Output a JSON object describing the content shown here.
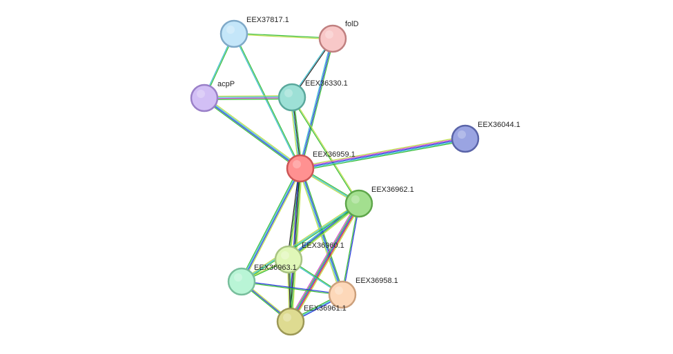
{
  "network": {
    "nodes": [
      {
        "id": "EEX37817.1",
        "label": "EEX37817.1",
        "fill": "#c4e6f9",
        "stroke": "#7fa9c8"
      },
      {
        "id": "folD",
        "label": "folD",
        "fill": "#f8c8c8",
        "stroke": "#c08080"
      },
      {
        "id": "acpP",
        "label": "acpP",
        "fill": "#d2bff5",
        "stroke": "#9a80c8"
      },
      {
        "id": "EEX36330.1",
        "label": "EEX36330.1",
        "fill": "#9de0d6",
        "stroke": "#5aa89c"
      },
      {
        "id": "EEX36044.1",
        "label": "EEX36044.1",
        "fill": "#9aa4e2",
        "stroke": "#5a64a8"
      },
      {
        "id": "EEX36959.1",
        "label": "EEX36959.1",
        "fill": "#ff9191",
        "stroke": "#cc5555"
      },
      {
        "id": "EEX36962.1",
        "label": "EEX36962.1",
        "fill": "#a3df8f",
        "stroke": "#5ea64a"
      },
      {
        "id": "EEX36960.1",
        "label": "EEX36960.1",
        "fill": "#e0f7b8",
        "stroke": "#a8c482"
      },
      {
        "id": "EEX36963.1",
        "label": "EEX36963.1",
        "fill": "#b9f5d6",
        "stroke": "#78be9c"
      },
      {
        "id": "EEX36958.1",
        "label": "EEX36958.1",
        "fill": "#fdd8b9",
        "stroke": "#cca07c"
      },
      {
        "id": "EEX36961.1",
        "label": "EEX36961.1",
        "fill": "#dedb91",
        "stroke": "#9c9856"
      }
    ],
    "evidence_colors": {
      "textmining": "#bbdd44",
      "coexpression": "#222222",
      "experiments": "#cc44cc",
      "databases": "#33bbcc",
      "neighborhood": "#33bb33",
      "fusion": "#dd2222",
      "cooccurrence": "#2233dd"
    },
    "edges": [
      {
        "source": "EEX37817.1",
        "target": "folD",
        "evidence": [
          "neighborhood",
          "textmining"
        ]
      },
      {
        "source": "EEX37817.1",
        "target": "acpP",
        "evidence": [
          "neighborhood",
          "databases"
        ]
      },
      {
        "source": "EEX37817.1",
        "target": "EEX36959.1",
        "evidence": [
          "neighborhood",
          "databases"
        ]
      },
      {
        "source": "folD",
        "target": "EEX36330.1",
        "evidence": [
          "coexpression",
          "databases"
        ]
      },
      {
        "source": "folD",
        "target": "EEX36959.1",
        "evidence": [
          "neighborhood",
          "cooccurrence",
          "databases"
        ]
      },
      {
        "source": "acpP",
        "target": "EEX36330.1",
        "evidence": [
          "textmining",
          "databases",
          "experiments",
          "neighborhood"
        ]
      },
      {
        "source": "acpP",
        "target": "EEX36959.1",
        "evidence": [
          "textmining",
          "databases",
          "cooccurrence",
          "neighborhood"
        ]
      },
      {
        "source": "EEX36330.1",
        "target": "EEX36959.1",
        "evidence": [
          "neighborhood",
          "coexpression",
          "databases",
          "textmining"
        ]
      },
      {
        "source": "EEX36330.1",
        "target": "EEX36962.1",
        "evidence": [
          "textmining",
          "neighborhood"
        ]
      },
      {
        "source": "EEX36959.1",
        "target": "EEX36044.1",
        "evidence": [
          "textmining",
          "experiments",
          "cooccurrence",
          "databases",
          "neighborhood"
        ]
      },
      {
        "source": "EEX36959.1",
        "target": "EEX36962.1",
        "evidence": [
          "neighborhood",
          "databases",
          "textmining"
        ]
      },
      {
        "source": "EEX36959.1",
        "target": "EEX36960.1",
        "evidence": [
          "textmining",
          "neighborhood",
          "coexpression"
        ]
      },
      {
        "source": "EEX36959.1",
        "target": "EEX36963.1",
        "evidence": [
          "textmining",
          "cooccurrence",
          "databases",
          "neighborhood"
        ]
      },
      {
        "source": "EEX36959.1",
        "target": "EEX36958.1",
        "evidence": [
          "neighborhood",
          "cooccurrence",
          "databases",
          "textmining"
        ]
      },
      {
        "source": "EEX36959.1",
        "target": "EEX36961.1",
        "evidence": [
          "textmining",
          "neighborhood",
          "coexpression",
          "cooccurrence"
        ]
      },
      {
        "source": "EEX36962.1",
        "target": "EEX36960.1",
        "evidence": [
          "textmining",
          "neighborhood",
          "cooccurrence",
          "databases"
        ]
      },
      {
        "source": "EEX36962.1",
        "target": "EEX36963.1",
        "evidence": [
          "neighborhood",
          "databases",
          "textmining"
        ]
      },
      {
        "source": "EEX36962.1",
        "target": "EEX36958.1",
        "evidence": [
          "cooccurrence",
          "neighborhood"
        ]
      },
      {
        "source": "EEX36962.1",
        "target": "EEX36961.1",
        "evidence": [
          "textmining",
          "fusion",
          "cooccurrence",
          "neighborhood",
          "experiments"
        ]
      },
      {
        "source": "EEX36960.1",
        "target": "EEX36963.1",
        "evidence": [
          "neighborhood",
          "textmining"
        ]
      },
      {
        "source": "EEX36960.1",
        "target": "EEX36958.1",
        "evidence": [
          "neighborhood",
          "databases"
        ]
      },
      {
        "source": "EEX36960.1",
        "target": "EEX36961.1",
        "evidence": [
          "neighborhood",
          "coexpression",
          "textmining"
        ]
      },
      {
        "source": "EEX36963.1",
        "target": "EEX36958.1",
        "evidence": [
          "cooccurrence",
          "neighborhood"
        ]
      },
      {
        "source": "EEX36963.1",
        "target": "EEX36961.1",
        "evidence": [
          "textmining",
          "cooccurrence",
          "neighborhood"
        ]
      },
      {
        "source": "EEX36958.1",
        "target": "EEX36961.1",
        "evidence": [
          "cooccurrence",
          "databases",
          "neighborhood"
        ]
      }
    ]
  }
}
